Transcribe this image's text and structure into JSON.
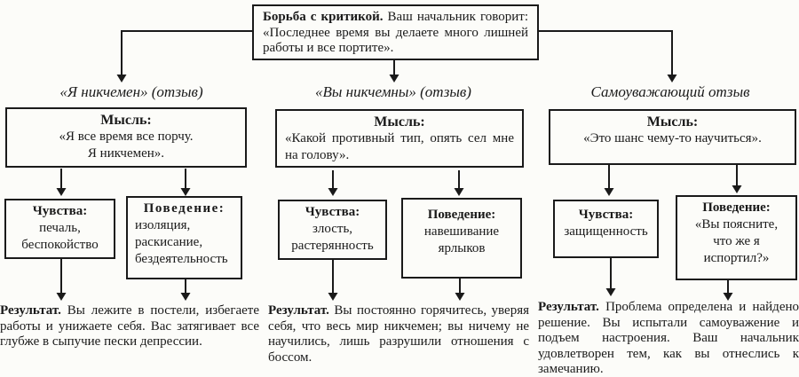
{
  "root": {
    "title": "Борьба с критикой.",
    "text": "Ваш начальник говорит: «Последнее время вы делаете много лишней работы и все портите»."
  },
  "columns": [
    {
      "header": "«Я никчемен» (отзыв)",
      "thought": {
        "label": "Мысль:",
        "text": "«Я все время все порчу.\nЯ никчемен»."
      },
      "feelings": {
        "label": "Чувства:",
        "text": "печаль, беспокойство"
      },
      "behavior": {
        "label": "Поведение:",
        "text": "изоляция, раскисание, бездеятельность"
      },
      "result": {
        "label": "Результат.",
        "text": "Вы лежите в постели, избегаете работы и унижаете себя. Вас затягивает все глубже в сыпучие пески депрессии."
      }
    },
    {
      "header": "«Вы никчемны» (отзыв)",
      "thought": {
        "label": "Мысль:",
        "text": "«Какой противный тип, опять сел мне на голову»."
      },
      "feelings": {
        "label": "Чувства:",
        "text": "злость, растерянность"
      },
      "behavior": {
        "label": "Поведение:",
        "text": "навешивание ярлыков"
      },
      "result": {
        "label": "Результат.",
        "text": "Вы постоянно горячитесь, уверяя себя, что весь мир никчемен; вы ничему не научились, лишь разрушили отношения с боссом."
      }
    },
    {
      "header": "Самоуважающий отзыв",
      "thought": {
        "label": "Мысль:",
        "text": "«Это шанс чему-то научиться»."
      },
      "feelings": {
        "label": "Чувства:",
        "text": "защищенность"
      },
      "behavior": {
        "label": "Поведение:",
        "text": "«Вы поясните, что же я испортил?»"
      },
      "result": {
        "label": "Результат.",
        "text": "Проблема определена и найдено решение. Вы испытали самоуважение и подъем настроения. Ваш начальник удовлетворен тем, как вы отнеслись к замечанию."
      }
    }
  ],
  "colors": {
    "ink": "#1a1a1a",
    "paper": "#fcfcf9"
  }
}
